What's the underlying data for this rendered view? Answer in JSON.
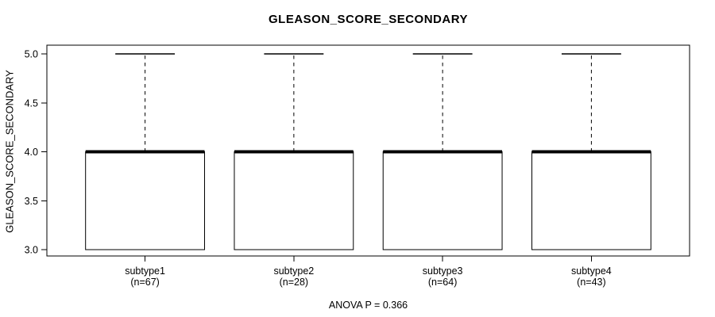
{
  "chart_data": {
    "type": "boxplot",
    "title": "GLEASON_SCORE_SECONDARY",
    "ylabel": "GLEASON_SCORE_SECONDARY",
    "xlabel": "",
    "ylim": [
      3.0,
      5.0
    ],
    "yticks": [
      "3.0",
      "3.5",
      "4.0",
      "4.5",
      "5.0"
    ],
    "grid": false,
    "legend": null,
    "categories": [
      "subtype1",
      "subtype2",
      "subtype3",
      "subtype4"
    ],
    "count_labels": [
      "(n=67)",
      "(n=28)",
      "(n=64)",
      "(n=43)"
    ],
    "series": [
      {
        "name": "subtype1",
        "n": 67,
        "whisker_low": 3.0,
        "q1": 3.0,
        "median": 4.0,
        "q3": 4.0,
        "whisker_high": 5.0
      },
      {
        "name": "subtype2",
        "n": 28,
        "whisker_low": 3.0,
        "q1": 3.0,
        "median": 4.0,
        "q3": 4.0,
        "whisker_high": 5.0
      },
      {
        "name": "subtype3",
        "n": 64,
        "whisker_low": 3.0,
        "q1": 3.0,
        "median": 4.0,
        "q3": 4.0,
        "whisker_high": 5.0
      },
      {
        "name": "subtype4",
        "n": 43,
        "whisker_low": 3.0,
        "q1": 3.0,
        "median": 4.0,
        "q3": 4.0,
        "whisker_high": 5.0
      }
    ],
    "annotation": "ANOVA P = 0.366",
    "colors": {
      "line": "#000000",
      "median": "#000000",
      "box_fill": "#ffffff",
      "background": "#ffffff"
    }
  }
}
